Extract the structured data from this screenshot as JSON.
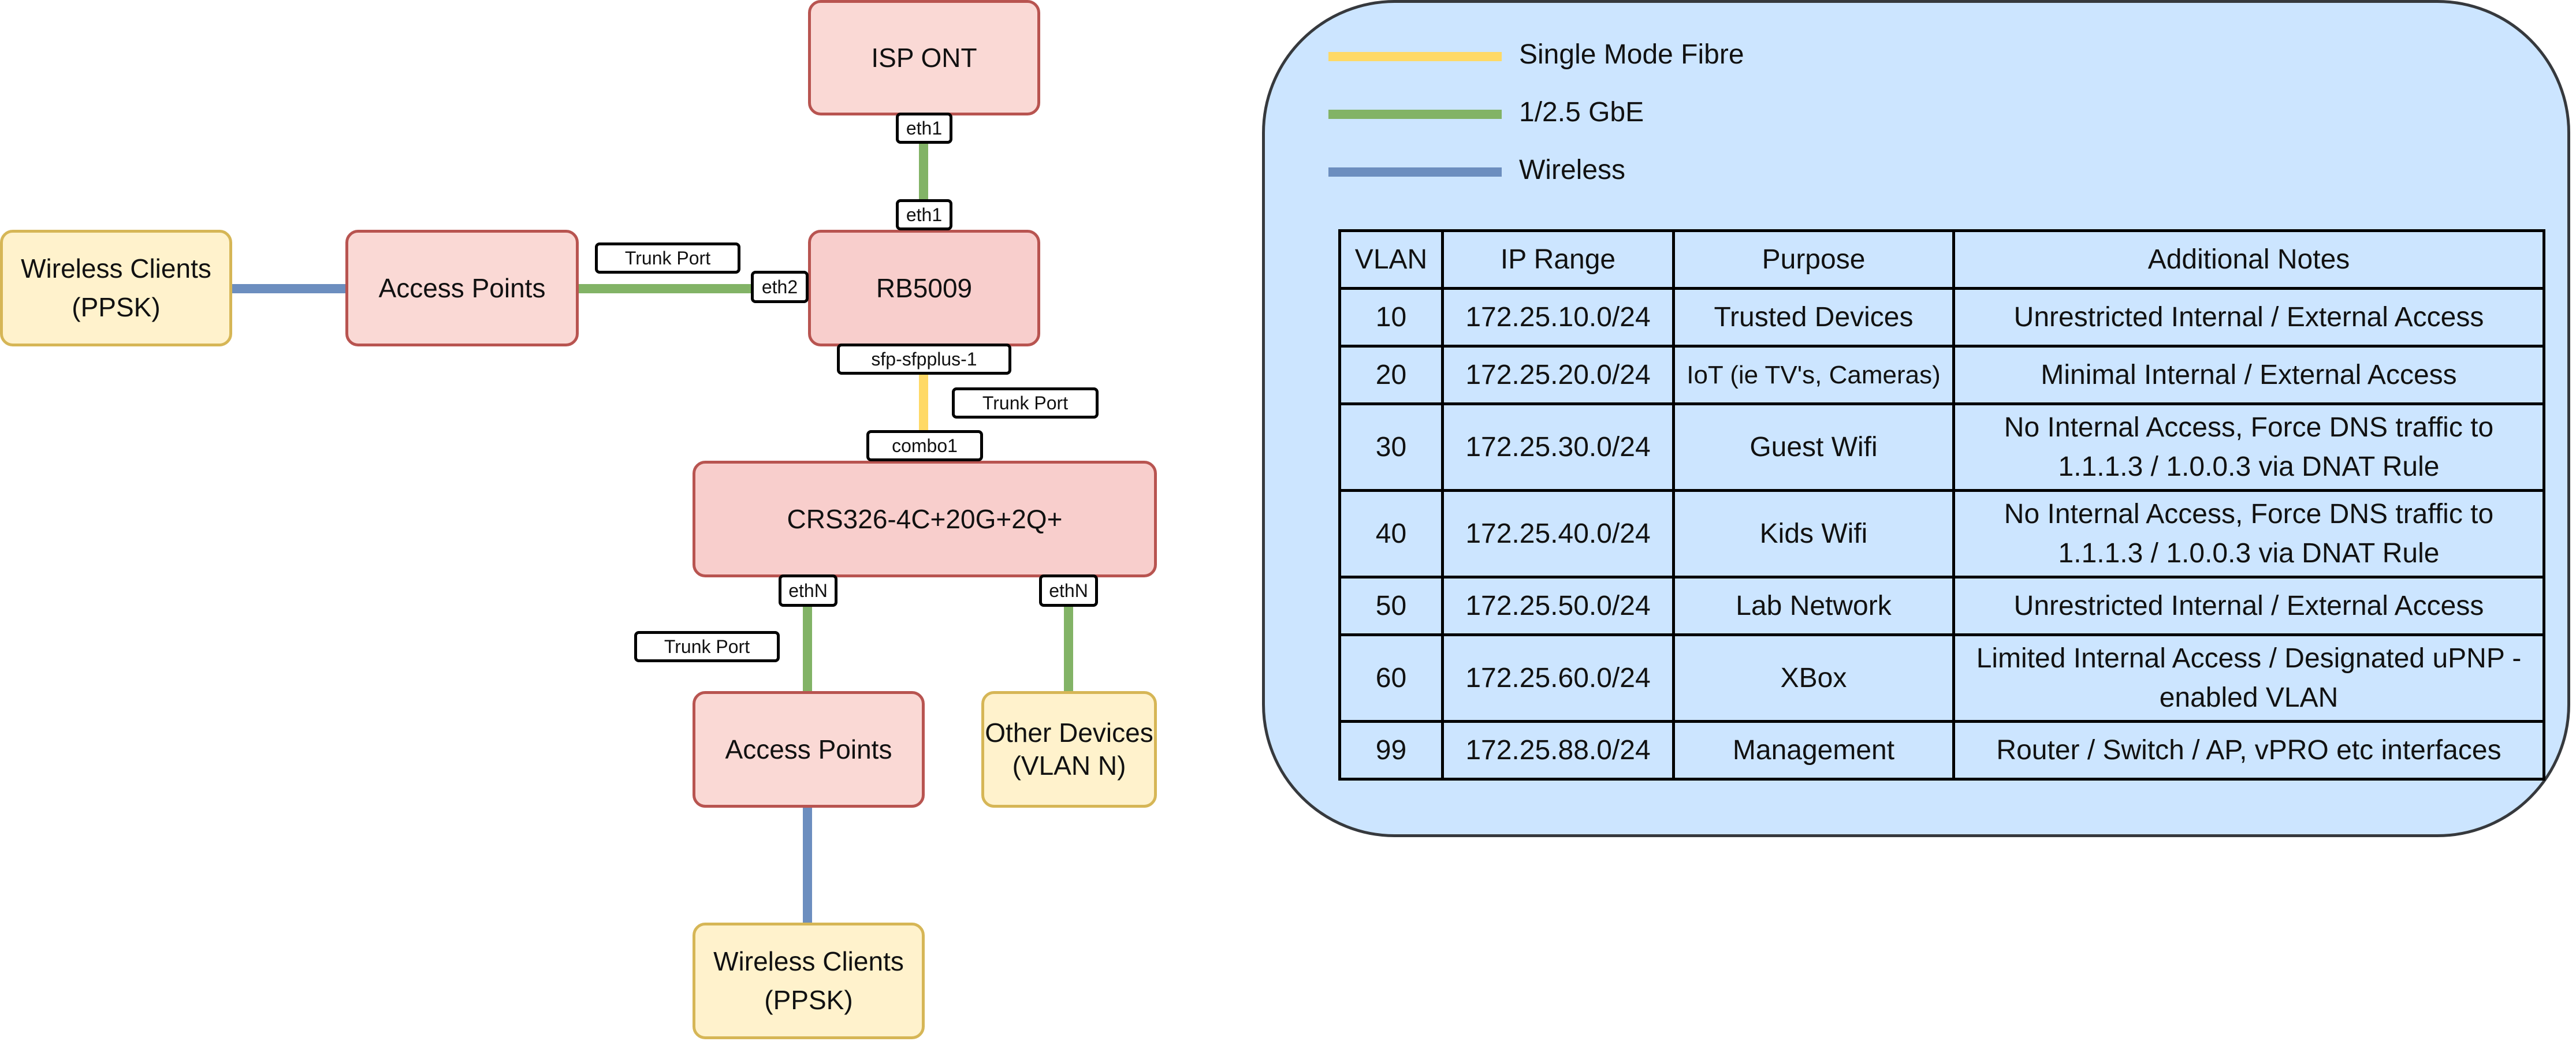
{
  "nodes": {
    "isp_ont": "ISP ONT",
    "rb5009": "RB5009",
    "ap_top": "Access Points",
    "wireless_top": [
      "Wireless Clients",
      "(PPSK)"
    ],
    "crs326": "CRS326-4C+20G+2Q+",
    "ap_bottom": "Access Points",
    "other_devices": [
      "Other Devices",
      "(VLAN N)"
    ],
    "wireless_bottom": [
      "Wireless Clients",
      "(PPSK)"
    ]
  },
  "ports": {
    "ont_eth1": "eth1",
    "rb_eth1": "eth1",
    "rb_eth2": "eth2",
    "rb_sfp": "sfp-sfpplus-1",
    "crs_combo1": "combo1",
    "crs_ethn_left": "ethN",
    "crs_ethn_right": "ethN"
  },
  "trunk_labels": {
    "top": "Trunk Port",
    "middle": "Trunk Port",
    "bottom": "Trunk Port"
  },
  "colors": {
    "fibre": "#ffd966",
    "gbe": "#82b366",
    "wireless": "#6c8ebf",
    "node_fill": "#f8cecc",
    "node_border": "#b85450",
    "client_fill": "#fff2cc",
    "client_border": "#d6b656",
    "legend_fill": "#cce5ff"
  },
  "legend": [
    {
      "label": "Single Mode Fibre",
      "color": "#ffd966"
    },
    {
      "label": "1/2.5 GbE",
      "color": "#82b366"
    },
    {
      "label": "Wireless",
      "color": "#6c8ebf"
    }
  ],
  "vlan_table": {
    "headers": [
      "VLAN",
      "IP Range",
      "Purpose",
      "Additional Notes"
    ],
    "rows": [
      [
        "10",
        "172.25.10.0/24",
        "Trusted Devices",
        "Unrestricted Internal / External Access"
      ],
      [
        "20",
        "172.25.20.0/24",
        "IoT (ie TV's, Cameras)",
        "Minimal Internal / External Access"
      ],
      [
        "30",
        "172.25.30.0/24",
        "Guest Wifi",
        "No Internal Access, Force DNS traffic to 1.1.1.3  / 1.0.0.3 via DNAT Rule"
      ],
      [
        "40",
        "172.25.40.0/24",
        "Kids Wifi",
        "No Internal Access, Force DNS traffic to 1.1.1.3  / 1.0.0.3 via DNAT Rule"
      ],
      [
        "50",
        "172.25.50.0/24",
        "Lab Network",
        "Unrestricted Internal / External Access"
      ],
      [
        "60",
        "172.25.60.0/24",
        "XBox",
        "Limited Internal Access / Designated uPNP - enabled VLAN"
      ],
      [
        "99",
        "172.25.88.0/24",
        "Management",
        "Router / Switch / AP, vPRO etc interfaces"
      ]
    ]
  }
}
